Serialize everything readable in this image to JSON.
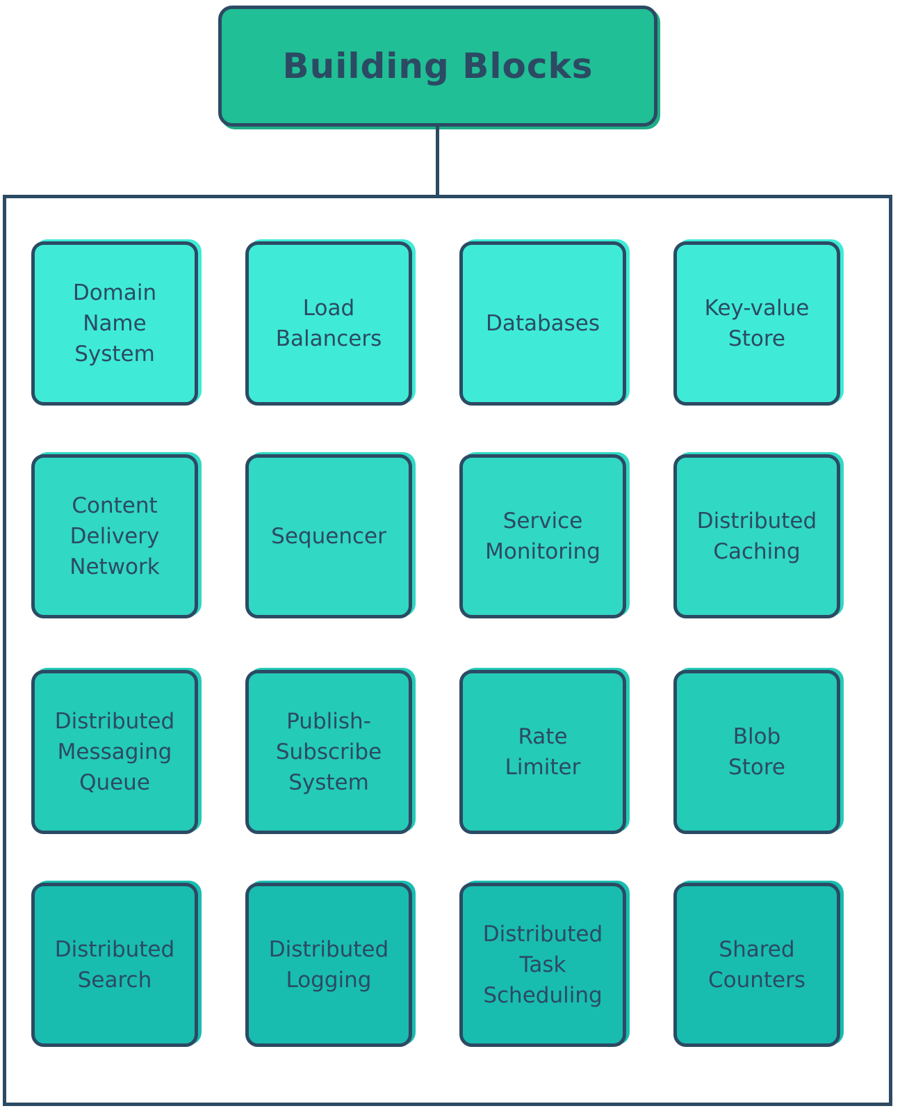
{
  "title": "Building Blocks",
  "colors": {
    "title_fill": "#20bf95",
    "stroke": "#2c4a63",
    "row_fills": [
      "#3febd6",
      "#31d8c4",
      "#24cbb7",
      "#18bdb0"
    ]
  },
  "rows": [
    [
      "Domain\nName\nSystem",
      "Load\nBalancers",
      "Databases",
      "Key-value\nStore"
    ],
    [
      "Content\nDelivery\nNetwork",
      "Sequencer",
      "Service\nMonitoring",
      "Distributed\nCaching"
    ],
    [
      "Distributed\nMessaging\nQueue",
      "Publish-\nSubscribe\nSystem",
      "Rate\nLimiter",
      "Blob\nStore"
    ],
    [
      "Distributed\nSearch",
      "Distributed\nLogging",
      "Distributed\nTask\nScheduling",
      "Shared\nCounters"
    ]
  ]
}
